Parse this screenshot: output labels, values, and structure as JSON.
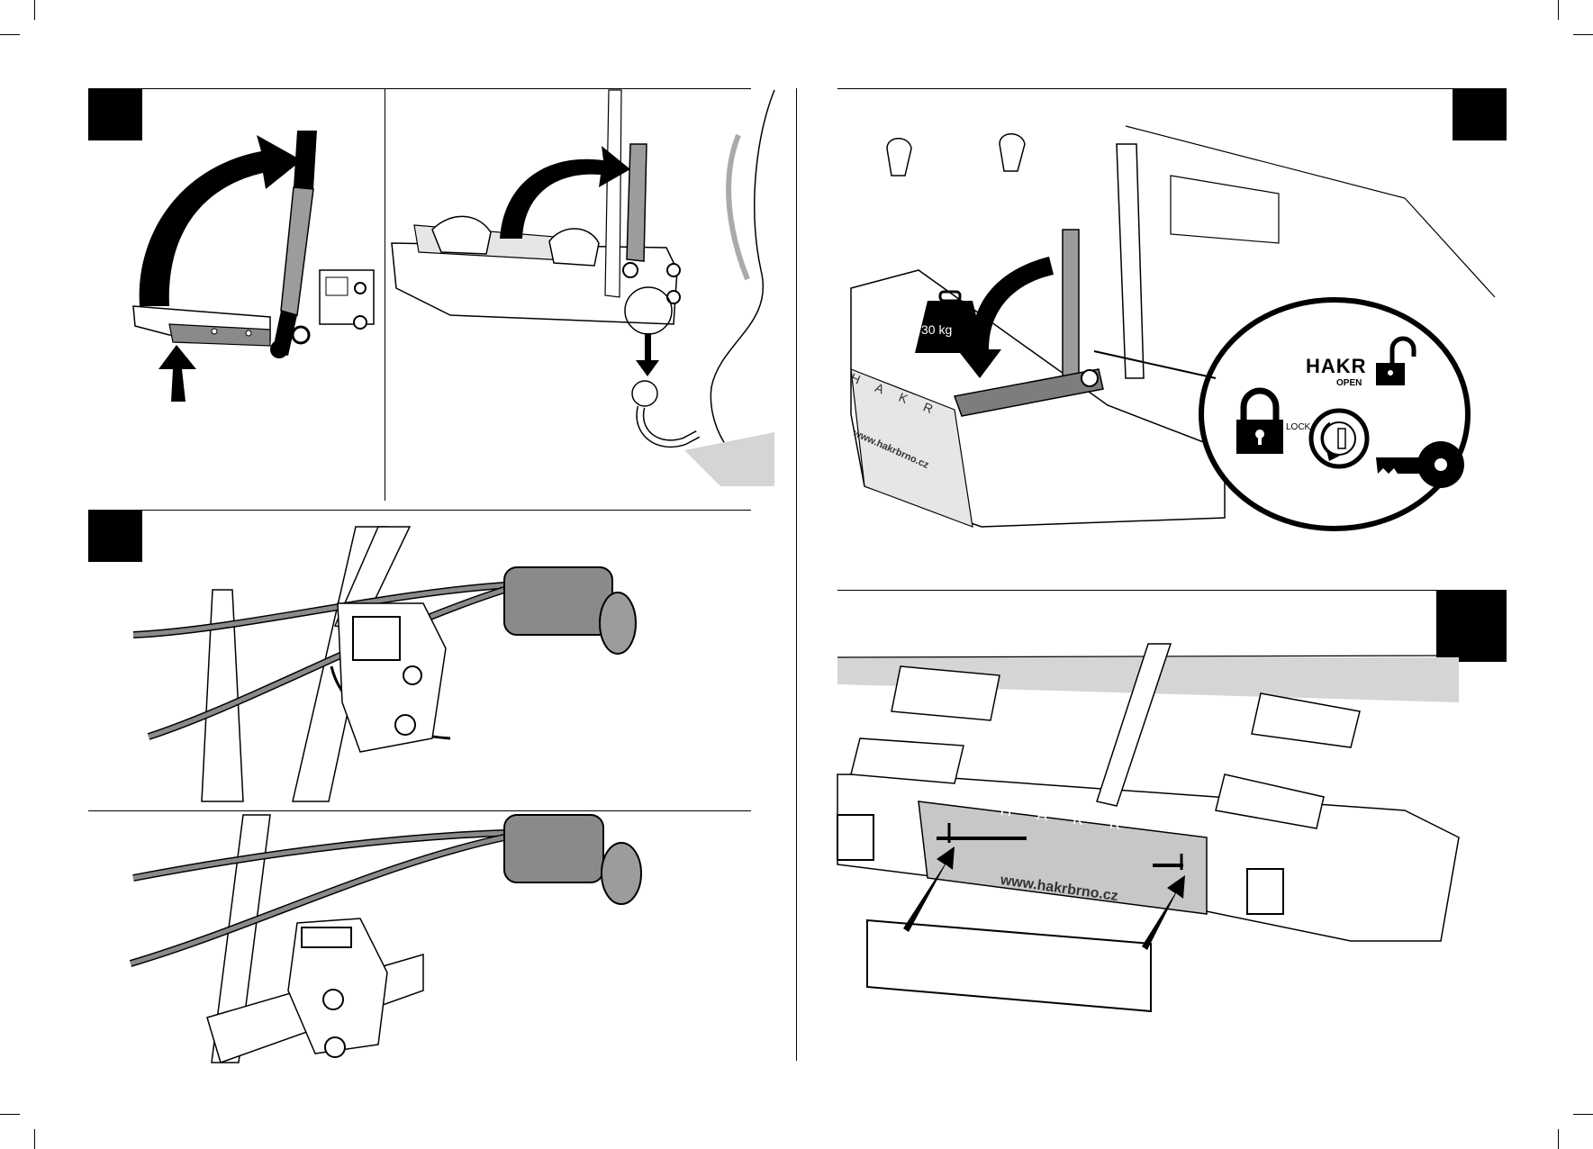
{
  "labels": {
    "weight": "30 kg",
    "brand_lock": "HAKR",
    "open": "OPEN",
    "lock": "LOCK",
    "brand_panel_top": "H A K R",
    "brand_panel_bottom": "H A K R",
    "website_top": "www.hakrbrno.cz",
    "website_bottom": "www.hakrbrno.cz"
  },
  "colors": {
    "ink": "#000000",
    "metal_gray": "#b9b9b9",
    "dark_gray": "#6e6e6e",
    "plate_gray": "#c7c7c7",
    "paper": "#ffffff"
  },
  "icons": [
    "lock-closed-icon",
    "lock-open-icon",
    "key-icon",
    "weight-icon",
    "curved-arrow-icon",
    "straight-arrow-icon"
  ]
}
